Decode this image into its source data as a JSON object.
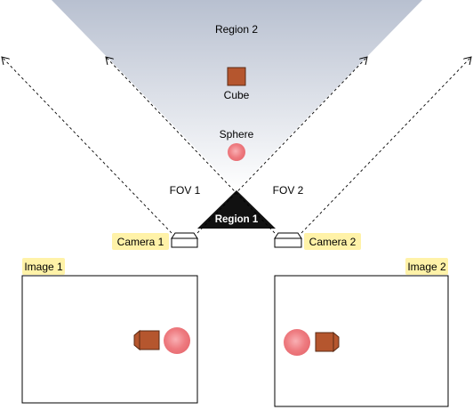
{
  "labels": {
    "region2": "Region 2",
    "region1": "Region 1",
    "cube": "Cube",
    "sphere": "Sphere",
    "fov1": "FOV 1",
    "fov2": "FOV 2",
    "camera1": "Camera 1",
    "camera2": "Camera 2",
    "image1": "Image 1",
    "image2": "Image 2"
  },
  "colors": {
    "cone_top": "#b8c0d0",
    "cone_bottom": "#ffffff",
    "region1_fill": "#111111",
    "cube_fill": "#b5562e",
    "cube_stroke": "#5a2a14",
    "sphere": "#ee7b80",
    "label_highlight": "#fff2a8",
    "border": "#000000"
  }
}
